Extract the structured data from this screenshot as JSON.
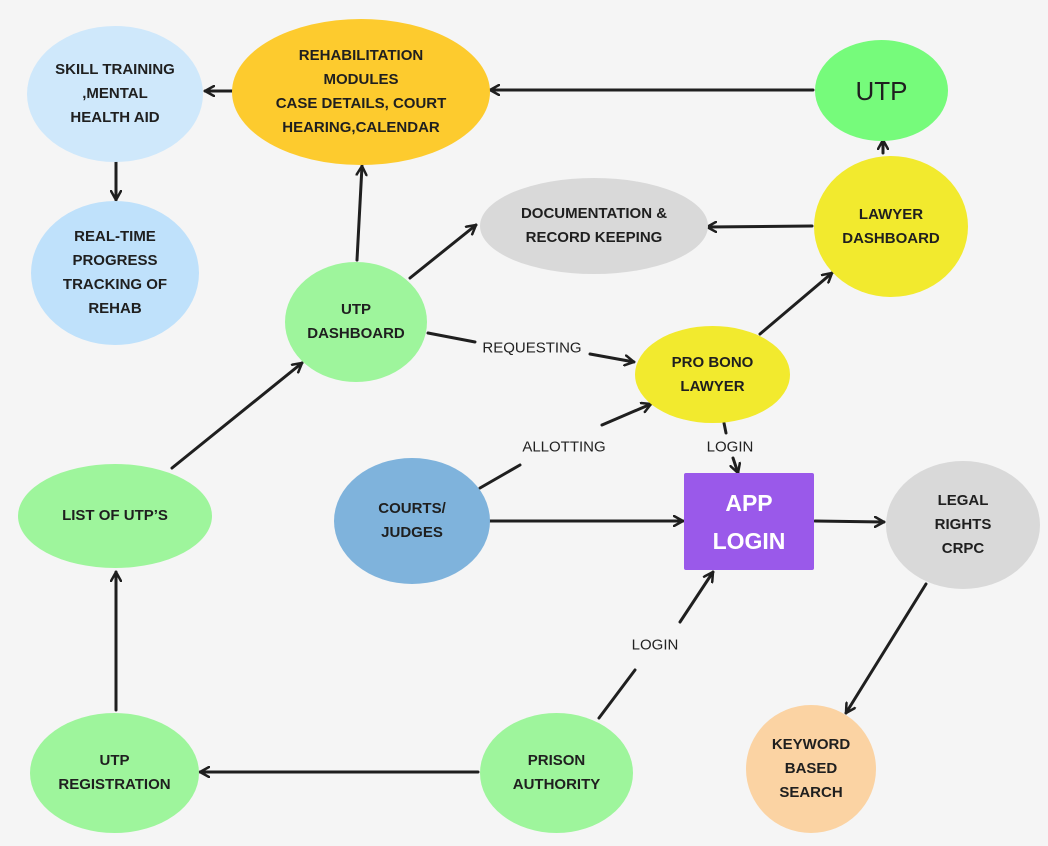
{
  "nodes": {
    "skill": {
      "label": "SKILL TRAINING\n,MENTAL\nHEALTH AID",
      "color": "#cfe8fb"
    },
    "rehab": {
      "label": "REHABILITATION\nMODULES\nCASE DETAILS, COURT\nHEARING,CALENDAR",
      "color": "#fdcb2e"
    },
    "utp_top": {
      "label": "UTP",
      "color": "#76fb7b"
    },
    "realtime": {
      "label": "REAL-TIME\nPROGRESS\nTRACKING OF\nREHAB",
      "color": "#bfe1fb"
    },
    "documentation": {
      "label": "DOCUMENTATION &\nRECORD KEEPING",
      "color": "#d9d9d9"
    },
    "lawyer_dash": {
      "label": "LAWYER\nDASHBOARD",
      "color": "#f2ea2e"
    },
    "utp_dash": {
      "label": "UTP\nDASHBOARD",
      "color": "#9ef59c"
    },
    "probono": {
      "label": "PRO BONO\nLAWYER",
      "color": "#f2ea2e"
    },
    "list_utp": {
      "label": "LIST OF UTP’S",
      "color": "#9ef59c"
    },
    "courts": {
      "label": "COURTS/\nJUDGES",
      "color": "#7fb3dc"
    },
    "app_login": {
      "label": "APP\nLOGIN",
      "color": "#9a59ea"
    },
    "legal": {
      "label": "LEGAL\nRIGHTS\nCRPC",
      "color": "#d9d9d9"
    },
    "keyword": {
      "label": "KEYWORD\nBASED\nSEARCH",
      "color": "#fbd3a3"
    },
    "utp_reg": {
      "label": "UTP\nREGISTRATION",
      "color": "#9ef59c"
    },
    "prison": {
      "label": "PRISON\nAUTHORITY",
      "color": "#9ef59c"
    }
  },
  "edge_labels": {
    "requesting": "REQUESTING",
    "allotting": "ALLOTTING",
    "login_probono": "LOGIN",
    "login_prison": "LOGIN"
  },
  "colors": {
    "arrow": "#1f1f1f",
    "background": "#f5f5f5"
  }
}
